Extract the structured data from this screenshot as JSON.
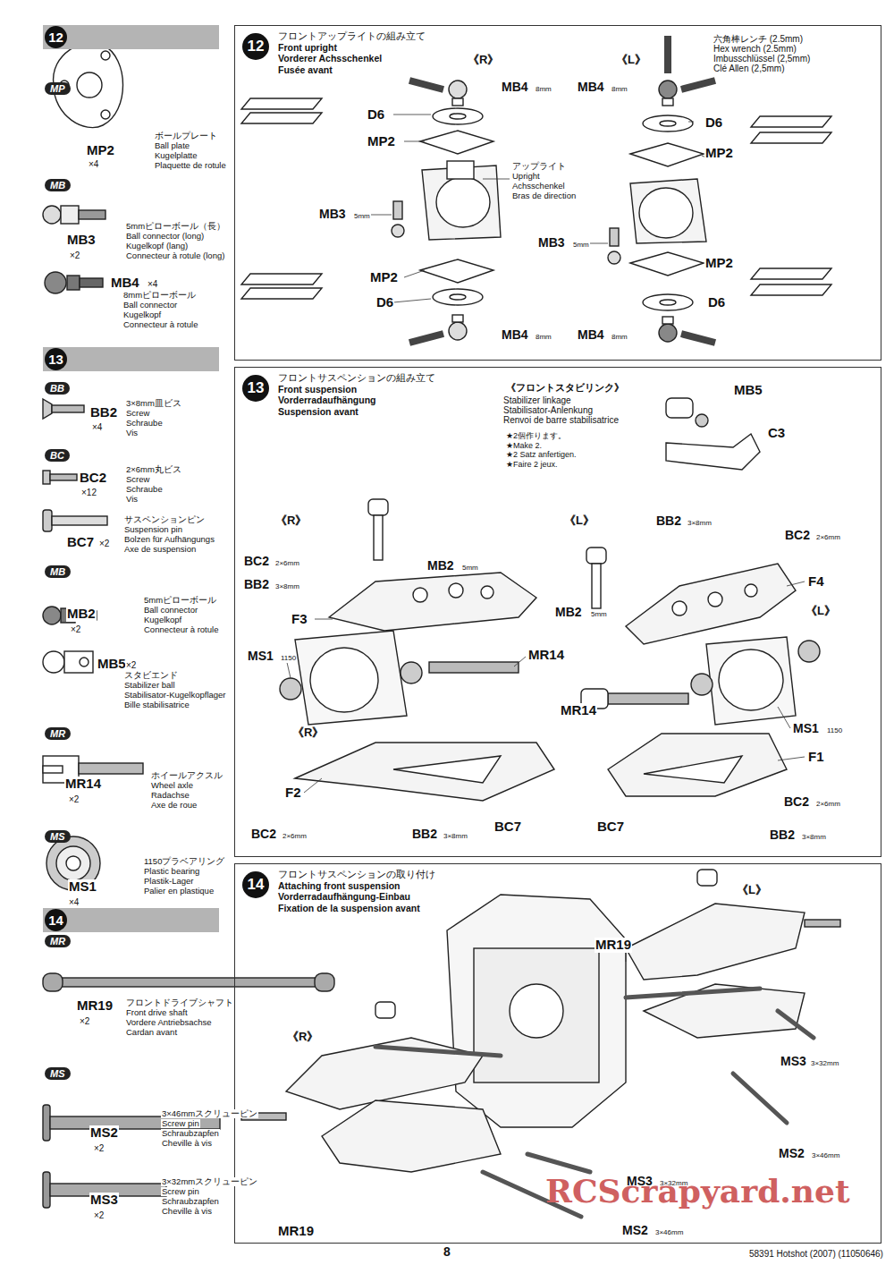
{
  "diagram": {
    "nodes": [
      {
        "text": [
          "12"
        ]
      },
      {
        "text": [
          "13"
        ]
      },
      {
        "text": [
          "14"
        ]
      },
      {
        "text": [
          "12",
          "フロントアップライトの組み立て",
          "Front upright",
          "Vorderer Achsschenkel",
          "Fusée avant"
        ]
      },
      {
        "text": [
          "13",
          "フロントサスペンションの組み立て",
          "Front suspension",
          "Vorderradaufhängung",
          "Suspension avant"
        ]
      },
      {
        "text": [
          "14",
          "フロントサスペンションの取り付け",
          "Attaching front suspension",
          "Vorderradaufhängung-Einbau",
          "Fixation de la suspension avant"
        ]
      }
    ],
    "labels": [
      "MP",
      "MP2",
      "×4",
      "ボールプレート",
      "Ball plate",
      "Kugelplatte",
      "Plaquette de rotule",
      "MB",
      "MB3",
      "×2",
      "5mmピローボール（長）",
      "Ball connector (long)",
      "Kugelkopf (lang)",
      "Connecteur à rotule (long)",
      "MB4",
      "×4",
      "8mmピローボール",
      "Ball connector",
      "Kugelkopf",
      "Connecteur à rotule",
      "BB",
      "BB2",
      "×4",
      "3×8mm皿ビス",
      "Screw",
      "Schraube",
      "Vis",
      "BC",
      "BC2",
      "×12",
      "2×6mm丸ビス",
      "Screw",
      "Schraube",
      "Vis",
      "BC7",
      "×2",
      "サスペンションピン",
      "Suspension pin",
      "Bolzen für Aufhängungs",
      "Axe de suspension",
      "MB",
      "MB2",
      "×2",
      "5mmピローボール",
      "Ball connector",
      "Kugelkopf",
      "Connecteur à rotule",
      "MB5",
      "×2",
      "スタビエンド",
      "Stabilizer ball",
      "Stabilisator-Kugelkopflager",
      "Bille stabilisatrice",
      "MR",
      "MR14",
      "×2",
      "ホイールアクスル",
      "Wheel axle",
      "Radachse",
      "Axe de roue",
      "MS",
      "MS1",
      "×4",
      "1150プラベアリング",
      "Plastic bearing",
      "Plastik-Lager",
      "Palier en plastique",
      "MR",
      "MR19",
      "×2",
      "フロントドライブシャフト",
      "Front drive shaft",
      "Vordere Antriebsachse",
      "Cardan avant",
      "MS",
      "MS2",
      "×2",
      "3×46mmスクリューピン",
      "Screw pin",
      "Schraubzapfen",
      "Cheville à vis",
      "MS3",
      "×2",
      "3×32mmスクリューピン",
      "Screw pin",
      "Schraubzapfen",
      "Cheville à vis",
      "《R》",
      "《L》",
      "六角棒レンチ (2.5mm)",
      "Hex wrench (2.5mm)",
      "Imbusschlüssel (2,5mm)",
      "Clé Allen (2,5mm)",
      "MB4",
      "8mm",
      "D6",
      "MP2",
      "アップライト",
      "Upright",
      "Achsschenkel",
      "Bras de direction",
      "MB3",
      "5mm",
      "MP2",
      "D6",
      "MB4",
      "8mm",
      "MB4",
      "8mm",
      "D6",
      "MP2",
      "MB3",
      "5mm",
      "MP2",
      "D6",
      "MB4",
      "8mm",
      "《フロントスタビリンク》",
      "Stabilizer linkage",
      "Stabilisator-Anlenkung",
      "Renvoi de barre stabilisatrice",
      "★2個作ります。",
      "★Make 2.",
      "★2 Satz anfertigen.",
      "★Faire 2 jeux.",
      "MB5",
      "C3",
      "《R》",
      "BC2",
      "2×6mm",
      "MB2",
      "5mm",
      "BB2",
      "3×8mm",
      "F3",
      "MS1",
      "1150",
      "MR14",
      "《R》",
      "F2",
      "BC2",
      "2×6mm",
      "BB2",
      "3×8mm",
      "BC7",
      "《L》",
      "BB2",
      "3×8mm",
      "BC2",
      "2×6mm",
      "F4",
      "MB2",
      "5mm",
      "《L》",
      "MR14",
      "MS1",
      "1150",
      "F1",
      "BC2",
      "2×6mm",
      "BC7",
      "BB2",
      "3×8mm",
      "MR19",
      "《L》",
      "《R》",
      "MS3",
      "3×32mm",
      "MS2",
      "3×46mm",
      "MS3",
      "3×32mm",
      "MR19",
      "MS2",
      "3×46mm",
      "8",
      "58391 Hotshot (2007) (11050646)",
      "RCScrapyard.net"
    ]
  }
}
